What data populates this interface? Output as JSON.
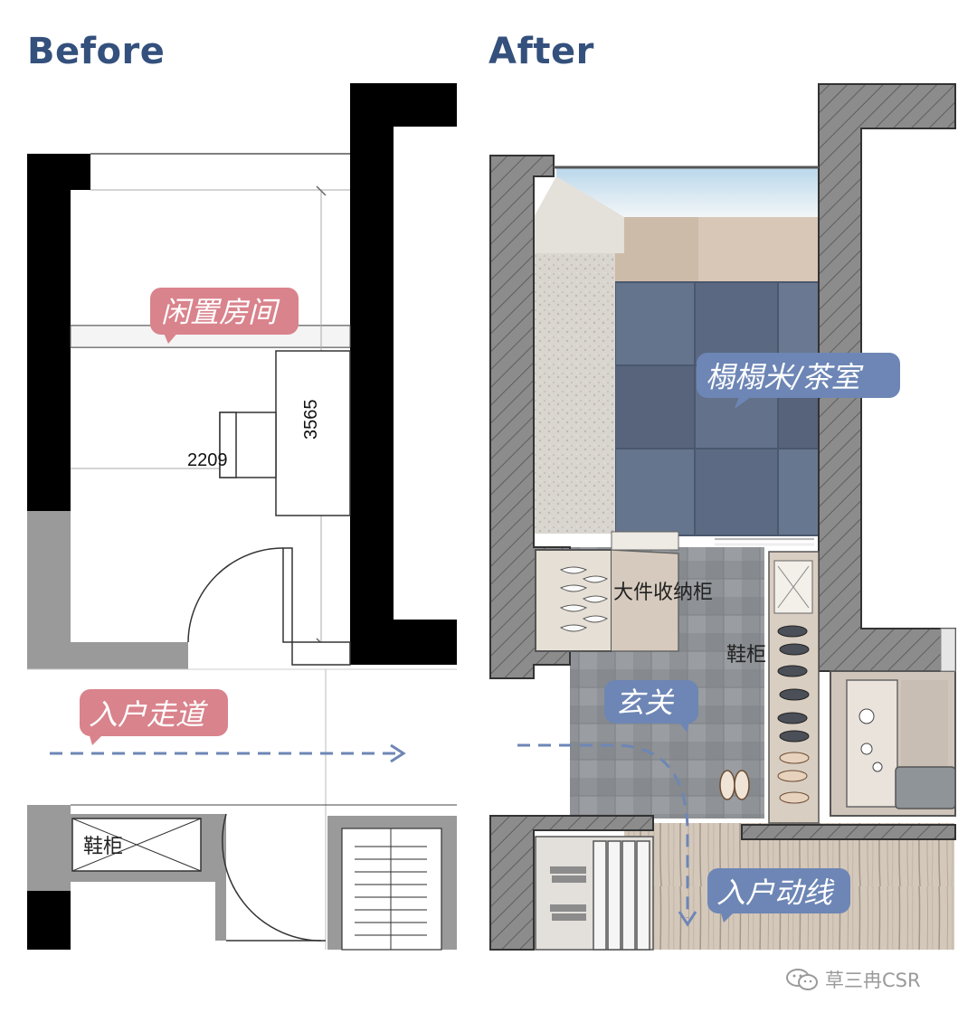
{
  "headings": {
    "before": "Before",
    "after": "After"
  },
  "before": {
    "labels": {
      "idle_room": "闲置房间",
      "entry_corridor": "入户走道",
      "shoe_cabinet": "鞋柜"
    },
    "dimensions": {
      "width": "2209",
      "depth": "3565"
    }
  },
  "after": {
    "labels": {
      "tatami_tearoom": "榻榻米/茶室",
      "large_storage": "大件收纳柜",
      "shoe_cabinet": "鞋柜",
      "foyer": "玄关",
      "entry_flow": "入户动线"
    }
  },
  "colors": {
    "heading": "#34507c",
    "bubble_pink": "#d9838c",
    "bubble_blue": "#6d86b5",
    "flow_line": "#6d86b5",
    "wall": "#000000",
    "after_wall": "#8a8a8a",
    "tatami": "#5f6e86"
  },
  "watermark": {
    "text": "草三冉CSR",
    "icon": "wechat-icon"
  }
}
